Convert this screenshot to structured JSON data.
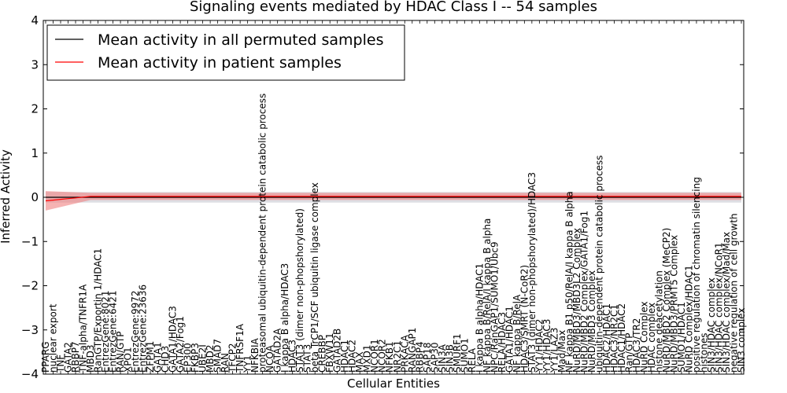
{
  "chart_data": {
    "type": "line",
    "title": "Signaling events mediated by HDAC Class I -- 54 samples",
    "xlabel": "Cellular Entities",
    "ylabel": "Inferred Activity",
    "ylim": [
      -4,
      4
    ],
    "yticks": [
      -4,
      -3,
      -2,
      -1,
      0,
      1,
      2,
      3,
      4
    ],
    "ytick_labels": [
      "−4",
      "−3",
      "−2",
      "−1",
      "0",
      "1",
      "2",
      "3",
      "4"
    ],
    "grid": false,
    "legend_placement": "top-left",
    "series": [
      {
        "name": "Mean activity in all permuted samples",
        "color": "#000000",
        "band_color": "#c8c8d0"
      },
      {
        "name": "Mean activity in patient samples",
        "color": "#ff0000",
        "band_color": "#f08080"
      }
    ],
    "categories": [
      "PPARG",
      "nuclear export",
      "TNF",
      "GATA2",
      "RBBP7",
      "TNF-alpha/TNFR1A",
      "MBD3",
      "RanGTP/Exportin 1/HDAC1",
      "EntrezGene:8021",
      "EntrezGene:6421",
      "RAN/GTP",
      "XPO1",
      "EntrezGene:9972",
      "EntrezGene:23636",
      "ZFPM1",
      "GATA1",
      "CHD3",
      "GATA1/HDAC3",
      "GATA2/Fog1",
      "EP300",
      "FKBP3",
      "UBE2I",
      "MBD2",
      "SMAD7",
      "RAN",
      "TFCP2",
      "TNFRSF1A",
      "YY1",
      "NFKBIA",
      "proteasomal ubiquitin-dependent protein catabolic process",
      "NCOA",
      "GATAD2A",
      "I kappa B alpha/HDAC3",
      "HDAC3",
      "STAT3 (dimer non-phopshorylated)",
      "STAT3",
      "beta TrCP1/SCF ubiquitin ligase complex",
      "CREBBP",
      "FBXW11",
      "GATAD2B",
      "HDAC1",
      "HDAC2",
      "MAX",
      "MXD1",
      "NCOR1",
      "NCOR2",
      "NFKB1",
      "NR2C1",
      "PRKACA",
      "RANGAP1",
      "RBBP4",
      "SAP18",
      "SAP30",
      "SIN3A",
      "SIN3B",
      "SMURF1",
      "SUMO1",
      "RELA",
      "I kappa B alpha/HDAC1",
      "NF kappa B/RelA/I kappa B alpha",
      "NPC/RanGAP1/SUMO1/Ubc9",
      "RELA/HDAC3",
      "GATA1/HDAC1",
      "NF kappa B/RelA",
      "HDAC3/SMRT (N-CoR2)",
      "STAT3 (dimer non-phopshorylated)/HDAC3",
      "YY1/HDAC2",
      "YY1/HDAC3",
      "YY1/LAZ3",
      "Mad/Max",
      "NF kappa B1 p50/RelA/I kappa B alpha",
      "NuRD/MBD3/MBD3L2 Complex",
      "NuRD/MBD2 Complex/GATA1/Fog1",
      "NuRD/MBD3 Complex",
      "ubiquitin-dependent protein catabolic process",
      "HDAC2/HDAC1",
      "HDAC3/NR2C1",
      "HDAC1/HDAC2",
      "Ran/GTP",
      "HDAC3/TR2",
      "NuRD Complex",
      "HDAC complex",
      "histone deacetylation",
      "NuRD/MBD2 Complex (MeCP2)",
      "NuRD/MBD3/PRMT5 Complex",
      "SUMO1/HDAC1",
      "NuRD Complex/HDAC1",
      "positive regulation of chromatin silencing",
      "histones",
      "SIN3/HDAC complex",
      "SIN3/HDAC complex/NCoR1",
      "SIN3/HDAC complex/Mad/Max",
      "negative regulation of cell growth",
      "SIN3 complex"
    ],
    "permuted_mean": 0.0,
    "patient_mean": 0.02,
    "patient_mean_start": -0.08,
    "permuted_band": 0.12,
    "patient_band": 0.08,
    "patient_band_start": 0.22
  }
}
